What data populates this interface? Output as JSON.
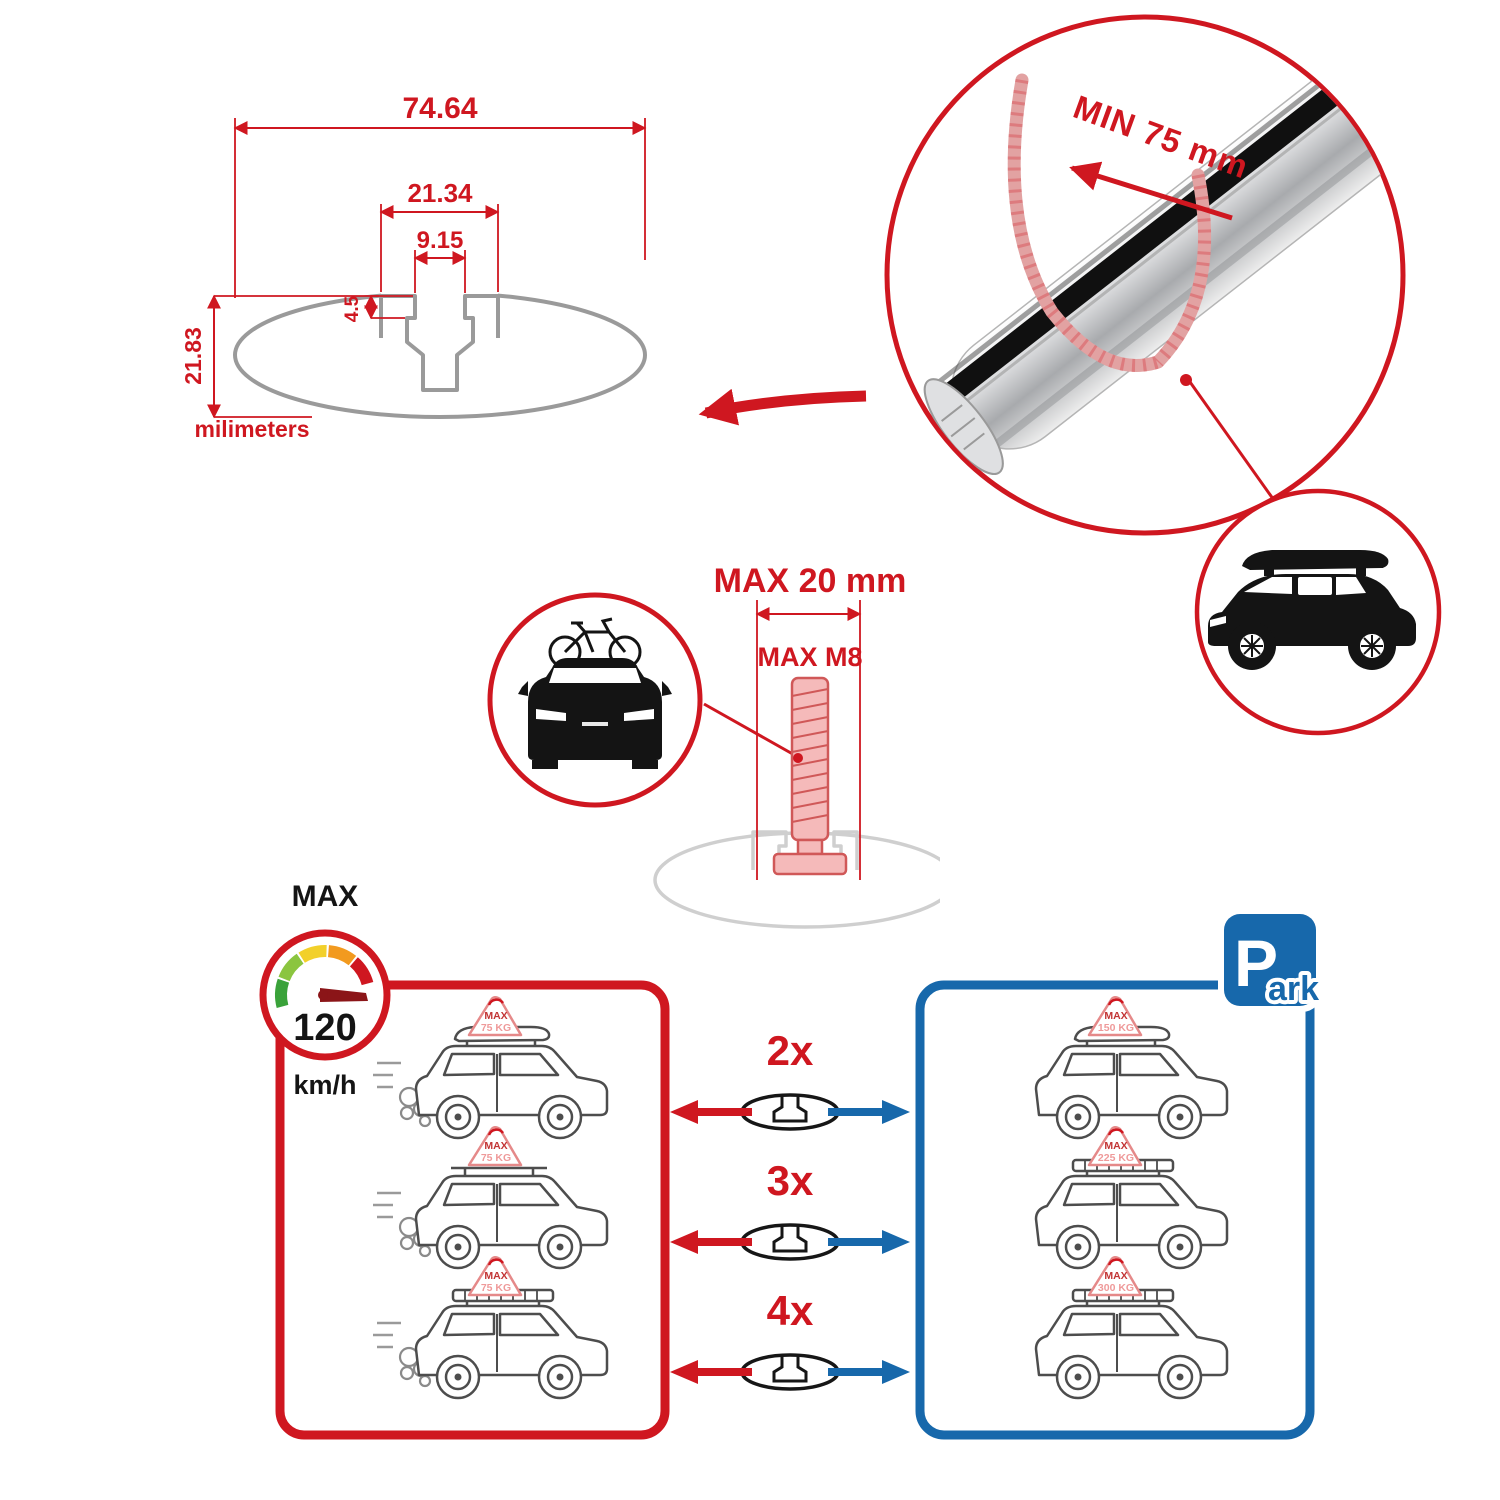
{
  "theme": {
    "red": "#cf1720",
    "pink": "#e89b9b",
    "blue": "#1768ab",
    "dark": "#141414",
    "gray_outline": "#9a9a9a"
  },
  "dimension_diagram": {
    "total_width": "74.64",
    "channel_outer_width": "21.34",
    "channel_opening_width": "9.15",
    "channel_lip_depth": "4.5",
    "total_height": "21.83",
    "units_label": "milimeters"
  },
  "bar_zoom": {
    "min_span_label": "MIN 75 mm"
  },
  "bolt_diagram": {
    "max_width_label": "MAX 20 mm",
    "max_thread_label": "MAX M8"
  },
  "speed_gauge": {
    "label": "MAX",
    "value": "120",
    "units": "km/h"
  },
  "parking_sign": {
    "letter": "P",
    "suffix": "ark"
  },
  "comparison": {
    "load_prefix": "MAX",
    "rows": [
      {
        "count": "2x",
        "driving_load": "75 KG",
        "parked_load": "150 KG"
      },
      {
        "count": "3x",
        "driving_load": "75 KG",
        "parked_load": "225 KG"
      },
      {
        "count": "4x",
        "driving_load": "75 KG",
        "parked_load": "300 KG"
      }
    ]
  }
}
